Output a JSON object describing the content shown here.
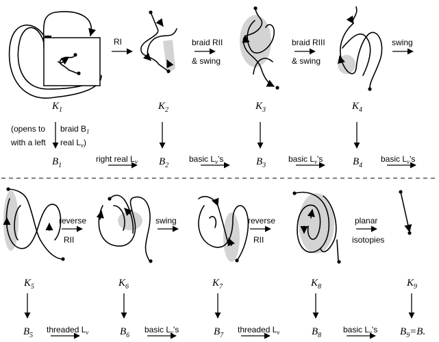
{
  "top_row": {
    "knots": [
      "K",
      "K",
      "K",
      "K"
    ],
    "knot_subscripts": [
      "1",
      "2",
      "3",
      "4"
    ],
    "moves": [
      {
        "line1": "RI",
        "line2": ""
      },
      {
        "line1": "braid RII",
        "line2": "& swing"
      },
      {
        "line1": "braid RIII",
        "line2": "& swing"
      },
      {
        "line1": "swing",
        "line2": ""
      }
    ],
    "braids": [
      "B",
      "B",
      "B",
      "B"
    ],
    "braid_subscripts": [
      "1",
      "2",
      "3",
      "4"
    ],
    "down_note": {
      "left1": "(opens to",
      "left2": "with a left",
      "right1": "braid B",
      "right1_sub": "1",
      "right2": "real L",
      "right2_sub": "v",
      "right2_tail": ")"
    },
    "bottom_moves": [
      {
        "text": "right real L",
        "sub": "v",
        "tail": ""
      },
      {
        "text": "basic L",
        "sub": "v",
        "tail": "'s"
      },
      {
        "text": "basic L",
        "sub": "v",
        "tail": "'s"
      },
      {
        "text": "basic L",
        "sub": "v",
        "tail": "'s"
      }
    ]
  },
  "bottom_row": {
    "knots": [
      "K",
      "K",
      "K",
      "K",
      "K"
    ],
    "knot_subscripts": [
      "5",
      "6",
      "7",
      "8",
      "9"
    ],
    "moves": [
      {
        "line1": "reverse",
        "line2": "RII"
      },
      {
        "line1": "swing",
        "line2": ""
      },
      {
        "line1": "reverse",
        "line2": "RII"
      },
      {
        "line1": "planar",
        "line2": "isotopies"
      }
    ],
    "braids": [
      "B",
      "B",
      "B",
      "B",
      "B"
    ],
    "braid_subscripts": [
      "5",
      "6",
      "7",
      "8",
      "9"
    ],
    "final_tail": "=B.",
    "bottom_moves": [
      {
        "text": "threaded L",
        "sub": "v",
        "tail": ""
      },
      {
        "text": "basic L",
        "sub": "v",
        "tail": "'s"
      },
      {
        "text": "threaded L",
        "sub": "v",
        "tail": ""
      },
      {
        "text": "basic L",
        "sub": "v",
        "tail": "'s"
      }
    ]
  }
}
